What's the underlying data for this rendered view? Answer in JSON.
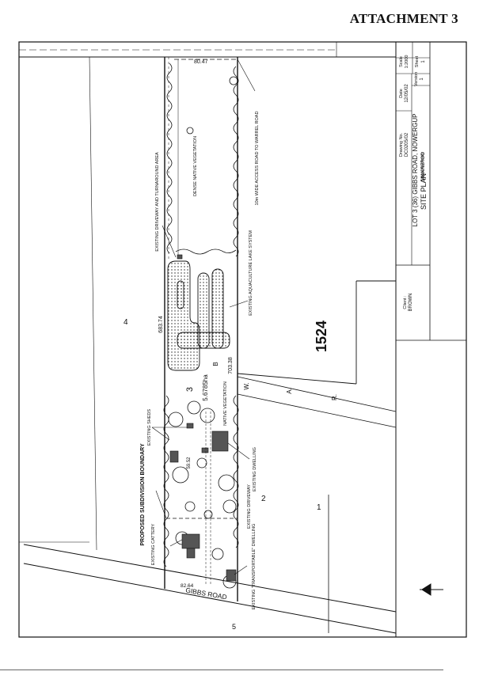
{
  "header": {
    "attachment": "ATTACHMENT 3"
  },
  "title_block": {
    "title": "SITE PLAN",
    "subtitle": "LOT 3 (36) GIBBS ROAD, NOWERGUP",
    "client_label": "Client :",
    "client": "BROWN",
    "drawing_no_label": "Drawing No.",
    "drawing_no": "DC0205/02",
    "date_label": "Date",
    "date": "12/05/02",
    "local_authority_label": "Local Authority",
    "local_authority": "WANNEROO",
    "version_label": "Version",
    "version": "1",
    "scale_label": "Scale",
    "scale": "1:2000",
    "sheet_label": "Sheet",
    "sheet": "1"
  },
  "lots": {
    "lot4": "4",
    "lot3": "3",
    "lot2": "2",
    "lot1": "1",
    "lot5": "5",
    "lot1524": "1524"
  },
  "lot_area": "5.6785ha",
  "dimensions": {
    "top_width": "80.47",
    "long_side": "683.74",
    "mid_width": "703.38",
    "road_frontage": "82.64",
    "mid_dim": "59.52"
  },
  "road": {
    "name": "GIBBS ROAD",
    "war_w": "W.",
    "war_a": "A.",
    "war_r": "R."
  },
  "annotations": {
    "dense_veg": "DENSE NATIVE VEGETATION",
    "access_road": "10m WIDE ACCESS ROAD TO WARREL ROAD",
    "existing_driveway_turning": "EXISTING DRIVEWAY AND TURNAROUND AREA",
    "aquaculture": "EXISTING AQUACULTURE LAKE SYSTEM",
    "native_veg": "NATIVE VEGETATION",
    "existing_sheds": "EXISTING SHEDS",
    "proposed_boundary": "PROPOSED SUBDIVISION BOUNDARY",
    "existing_dwelling": "EXISTING DWELLING",
    "existing_driveway": "EXISTING DRIVEWAY",
    "existing_cattery": "EXISTING CATTERY",
    "transportable": "EXISTING \"TRANSPORTABLE\" DWELLING",
    "letter_b": "B"
  }
}
